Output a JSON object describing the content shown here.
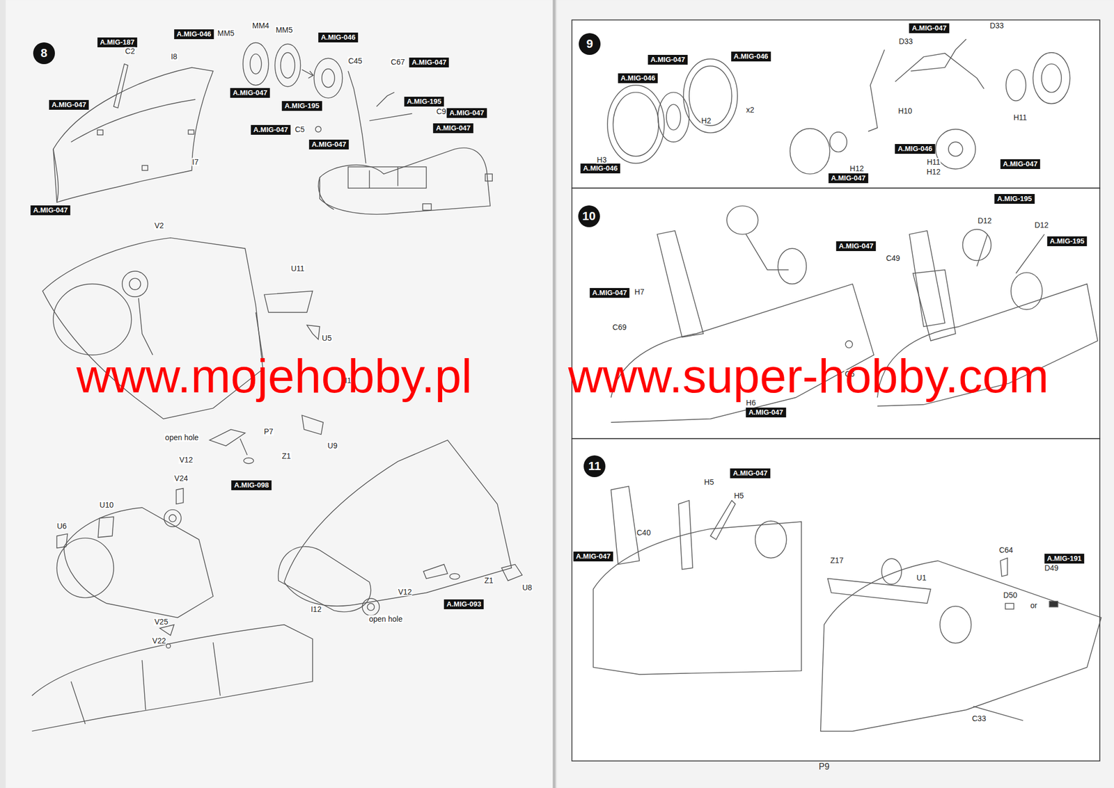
{
  "diagram": {
    "nodes": [
      {
        "text": [
          "8"
        ]
      },
      {
        "text": [
          "A.MIG-187"
        ]
      },
      {
        "text": [
          "A.MIG-046"
        ]
      },
      {
        "text": [
          "A.MIG-046"
        ]
      },
      {
        "text": [
          "A.MIG-047"
        ]
      },
      {
        "text": [
          "A.MIG-047"
        ]
      },
      {
        "text": [
          "A.MIG-047"
        ]
      },
      {
        "text": [
          "A.MIG-195"
        ]
      },
      {
        "text": [
          "A.MIG-195"
        ]
      },
      {
        "text": [
          "A.MIG-047"
        ]
      },
      {
        "text": [
          "A.MIG-047"
        ]
      },
      {
        "text": [
          "A.MIG-047"
        ]
      },
      {
        "text": [
          "A.MIG-047"
        ]
      },
      {
        "text": [
          "A.MIG-047"
        ]
      },
      {
        "text": [
          "A.MIG-098"
        ]
      },
      {
        "text": [
          "A.MIG-093"
        ]
      },
      {
        "text": [
          "9"
        ]
      },
      {
        "text": [
          "A.MIG-047"
        ]
      },
      {
        "text": [
          "A.MIG-047"
        ]
      },
      {
        "text": [
          "A.MIG-046"
        ]
      },
      {
        "text": [
          "A.MIG-046"
        ]
      },
      {
        "text": [
          "A.MIG-046"
        ]
      },
      {
        "text": [
          "A.MIG-047"
        ]
      },
      {
        "text": [
          "A.MIG-046"
        ]
      },
      {
        "text": [
          "A.MIG-047"
        ]
      },
      {
        "text": [
          "10"
        ]
      },
      {
        "text": [
          "A.MIG-195"
        ]
      },
      {
        "text": [
          "A.MIG-195"
        ]
      },
      {
        "text": [
          "A.MIG-047"
        ]
      },
      {
        "text": [
          "A.MIG-047"
        ]
      },
      {
        "text": [
          "A.MIG-047"
        ]
      },
      {
        "text": [
          "11"
        ]
      },
      {
        "text": [
          "A.MIG-047"
        ]
      },
      {
        "text": [
          "A.MIG-047"
        ]
      },
      {
        "text": [
          "A.MIG-191"
        ]
      }
    ],
    "labels": [
      "C2",
      "I8",
      "MM5",
      "MM4",
      "MM5",
      "C45",
      "C67",
      "C9",
      "C5",
      "I7",
      "V2",
      "U11",
      "U5",
      "I1",
      "open hole",
      "P7",
      "V12",
      "U9",
      "Z1",
      "V24",
      "U10",
      "U6",
      "V25",
      "V22",
      "I12",
      "open hole",
      "V12",
      "Z1",
      "U8",
      "D33",
      "D33",
      "x2",
      "H2",
      "H3",
      "H10",
      "H11",
      "H12",
      "H11",
      "H12",
      "D12",
      "D12",
      "C49",
      "H7",
      "C69",
      "C6",
      "H6",
      "H5",
      "H5",
      "C40",
      "C64",
      "Z17",
      "U1",
      "D50",
      "D49",
      "or",
      "C33",
      "P9",
      "www.mojehobby.pl",
      "www.super-hobby.com"
    ]
  }
}
